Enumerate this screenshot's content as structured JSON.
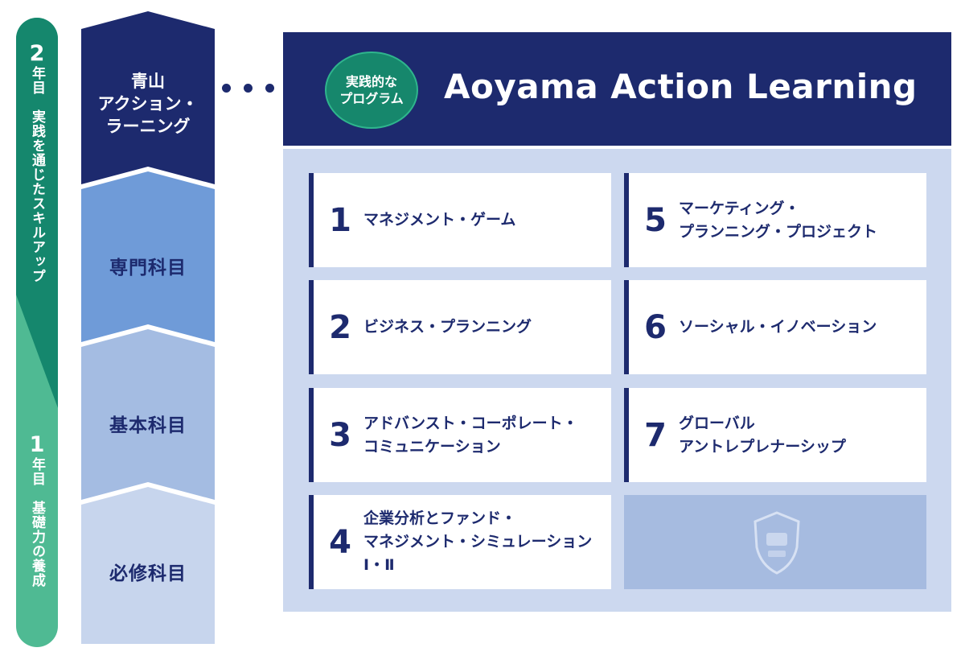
{
  "year_bar": {
    "year2": {
      "num": "2",
      "text": "年目　実践を通じたスキルアップ"
    },
    "year1": {
      "num": "1",
      "text": "年目　基礎力の養成"
    }
  },
  "stack": {
    "aal_lines": [
      "青山",
      "アクション・",
      "ラーニング"
    ],
    "senmon": "専門科目",
    "kihon": "基本科目",
    "hisshu": "必修科目"
  },
  "header": {
    "badge": "実践的な\nプログラム",
    "title": "Aoyama Action Learning"
  },
  "cards": [
    {
      "num": "1",
      "text": "マネジメント・ゲーム"
    },
    {
      "num": "2",
      "text": "ビジネス・プランニング"
    },
    {
      "num": "3",
      "text": "アドバンスト・コーポレート・\nコミュニケーション"
    },
    {
      "num": "4",
      "text": "企業分析とファンド・\nマネジメント・シミュレーションⅠ・Ⅱ"
    },
    {
      "num": "5",
      "text": "マーケティング・\nプランニング・プロジェクト"
    },
    {
      "num": "6",
      "text": "ソーシャル・イノベーション"
    },
    {
      "num": "7",
      "text": "グローバル\nアントレプレナーシップ"
    }
  ],
  "colors": {
    "navy": "#1d2a6e",
    "green_dark": "#15876d",
    "green_light": "#4fba93",
    "panel_bg": "#ccd8ef"
  }
}
